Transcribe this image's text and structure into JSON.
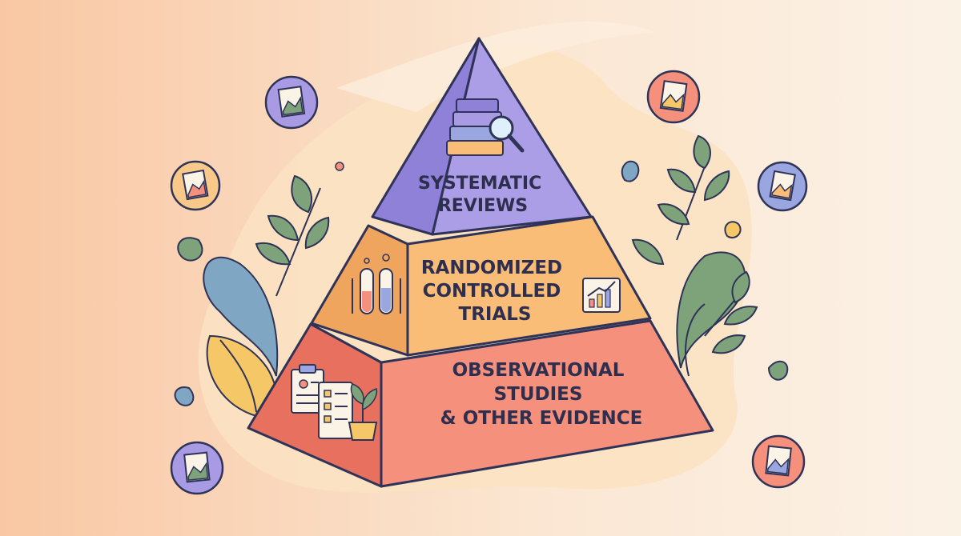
{
  "diagram": {
    "tiers": [
      {
        "id": "top",
        "lines": [
          "SYSTEMATIC",
          "REVIEWS"
        ],
        "fill": "#ab9ee6",
        "shade": "#8f80d8",
        "icon": "books-magnifier-icon"
      },
      {
        "id": "middle",
        "lines": [
          "RANDOMIZED",
          "CONTROLLED",
          "TRIALS"
        ],
        "fill": "#f9bd78",
        "shade": "#f0a55e",
        "icon": "test-tubes-icon"
      },
      {
        "id": "bottom",
        "lines": [
          "OBSERVATIONAL",
          "STUDIES",
          "& OTHER EVIDENCE"
        ],
        "fill": "#f4907c",
        "shade": "#e7705e",
        "icon": "clipboard-checklist-icon"
      }
    ],
    "colors": {
      "outline": "#2e3357",
      "background_left": "#f9c9a6",
      "background_right": "#fbf1e4",
      "blob": "#fbe3c4",
      "leaf_green": "#7ea37a",
      "leaf_blue": "#7fa6c2",
      "leaf_yellow": "#f5c766"
    },
    "side_badges": [
      "document-image-badge-icon",
      "document-image-badge-icon",
      "document-image-badge-icon",
      "document-image-badge-icon",
      "document-image-badge-icon",
      "document-image-badge-icon"
    ]
  }
}
